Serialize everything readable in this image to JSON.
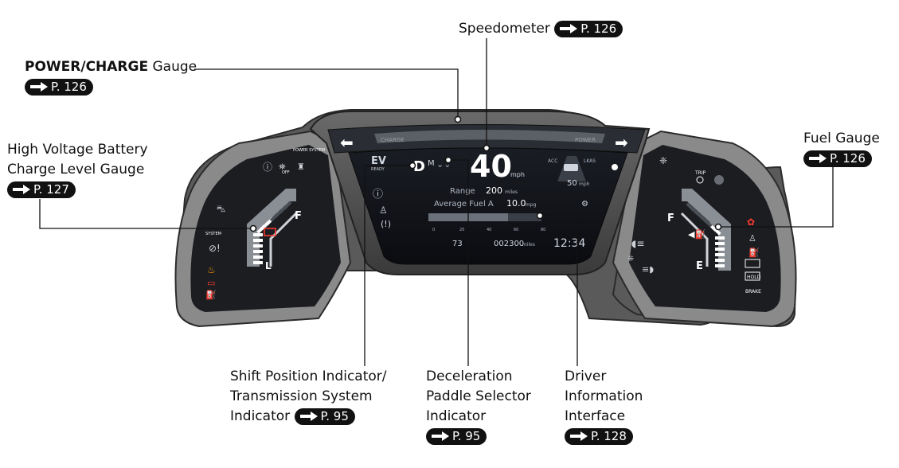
{
  "callouts": {
    "speedometer": {
      "label": "Speedometer",
      "ref": "P. 126"
    },
    "power_charge": {
      "label_bold": "POWER/CHARGE",
      "label_rest": " Gauge",
      "ref": "P. 126"
    },
    "hv_battery": {
      "line1": "High Voltage Battery",
      "line2": "Charge Level Gauge",
      "ref": "P. 127"
    },
    "fuel": {
      "label": "Fuel Gauge",
      "ref": "P. 126"
    },
    "shift": {
      "line1": "Shift Position Indicator/",
      "line2": "Transmission System",
      "line3": "Indicator",
      "ref": "P. 95"
    },
    "decel": {
      "line1": "Deceleration",
      "line2": "Paddle Selector",
      "line3": "Indicator",
      "ref": "P. 95"
    },
    "dii": {
      "line1": "Driver",
      "line2": "Information",
      "line3": "Interface",
      "ref": "P. 128"
    }
  },
  "display": {
    "speed": "40",
    "speed_unit": "mph",
    "gear": "D",
    "mode": "M",
    "ready": "READY",
    "range_label": "Range",
    "range_value": "200",
    "range_unit": "miles",
    "avg_fuel_label": "Average Fuel A",
    "avg_fuel_value": "10.0",
    "avg_fuel_unit": "mpg",
    "temp": "73",
    "odometer": "002300",
    "odometer_unit": "miles",
    "clock": "12:34",
    "acc_label": "ACC",
    "lkas_label": "LKAS",
    "follow_distance": "50",
    "follow_unit": "mph",
    "charge_label": "CHARGE",
    "power_label": "POWER",
    "scale_ticks": [
      "0",
      "20",
      "40",
      "60",
      "80"
    ]
  },
  "left_gauge": {
    "full": "F",
    "low": "L",
    "power_system": "POWER SYSTEM",
    "system": "SYSTEM",
    "off": "OFF",
    "charge_level": 0.7
  },
  "right_gauge": {
    "full": "F",
    "empty": "E",
    "trip": "TRIP",
    "hold": "HOLD",
    "brake": "BRAKE",
    "fuel_level": 0.65
  }
}
